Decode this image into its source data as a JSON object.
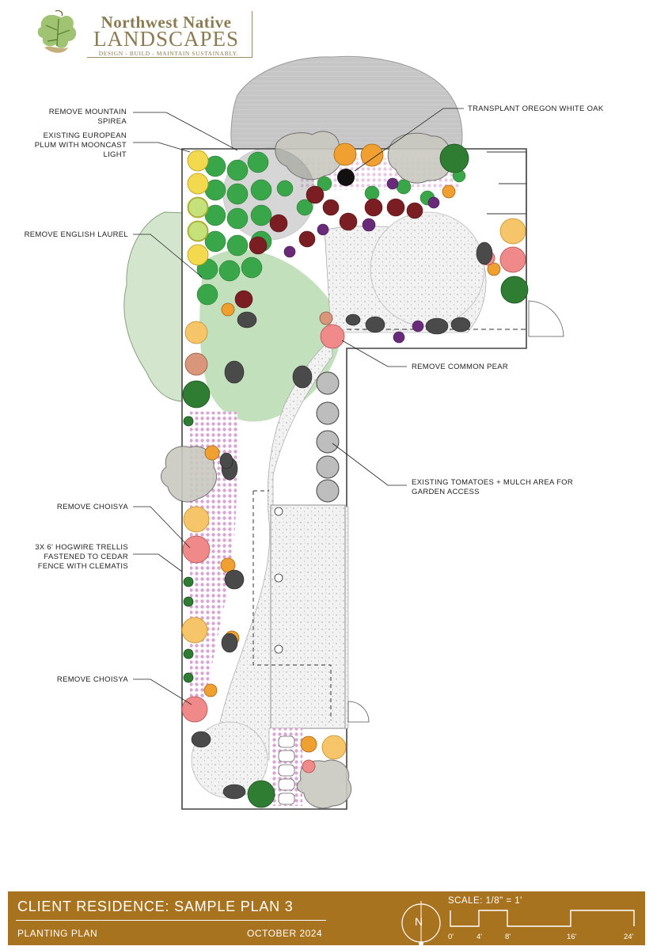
{
  "logo": {
    "line1": "Northwest Native",
    "line2": "LANDSCAPES",
    "tagline": "DESIGN - BUILD - MAINTAIN  SUSTAINABLY."
  },
  "callouts": {
    "remove_mountain_spirea": "REMOVE MOUNTAIN SPIREA",
    "existing_plum": "EXISTING EUROPEAN PLUM WITH MOONCAST LIGHT",
    "remove_laurel": "REMOVE ENGLISH LAUREL",
    "transplant_oak": "TRANSPLANT OREGON WHITE OAK",
    "remove_pear": "REMOVE COMMON PEAR",
    "tomatoes": "EXISTING TOMATOES + MULCH AREA FOR GARDEN ACCESS",
    "remove_choisya_1": "REMOVE CHOISYA",
    "trellis": "3X 6' HOGWIRE TRELLIS FASTENED TO CEDAR FENCE WITH CLEMATIS",
    "remove_choisya_2": "REMOVE CHOISYA"
  },
  "title_block": {
    "title": "CLIENT RESIDENCE: SAMPLE PLAN 3",
    "subtitle": "PLANTING PLAN",
    "date": "OCTOBER 2024",
    "north": "N",
    "scale_label": "SCALE: 1/8\" = 1'",
    "scale_ticks": [
      "0'",
      "4'",
      "8'",
      "16'",
      "24'"
    ]
  },
  "colors": {
    "title_band": "#a8731f",
    "logo": "#8a7b52",
    "tree_canopy": "#cfe3c8",
    "existing_tree": "#9c9c9c",
    "groundcover": "#d9a6d3",
    "shrub_green": "#2e7d32",
    "flower_yellow": "#f2d94e",
    "flower_orange": "#f0a030",
    "flower_pink": "#f08a8a",
    "fern": "#3aa64a",
    "maroon_plant": "#7a1e24",
    "purple_plant": "#6a2a7a",
    "boulder": "#4a4a4a"
  }
}
